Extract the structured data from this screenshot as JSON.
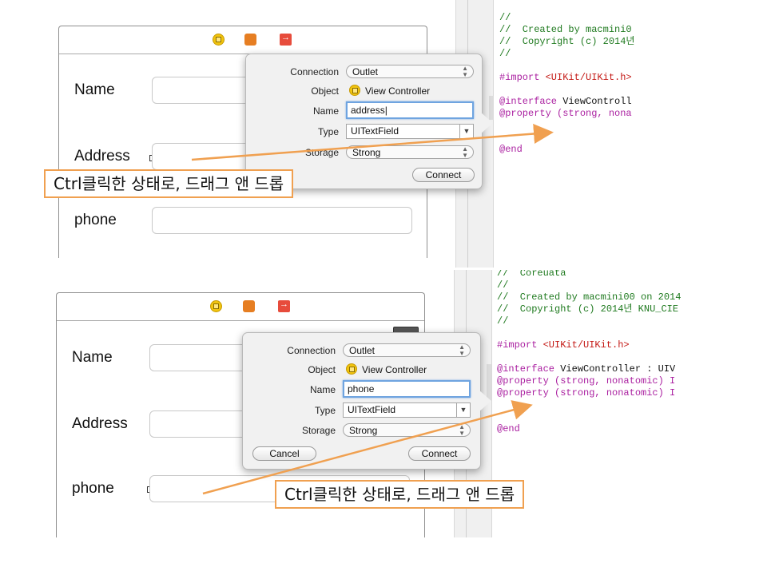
{
  "callout_text": "Ctrl클릭한 상태로, 드래그 앤 드롭",
  "top": {
    "fields": {
      "name": "Name",
      "address": "Address",
      "phone": "phone"
    },
    "popover": {
      "labels": {
        "connection": "Connection",
        "object": "Object",
        "name": "Name",
        "type": "Type",
        "storage": "Storage"
      },
      "connection": "Outlet",
      "object": "View Controller",
      "name_value": "address",
      "type": "UITextField",
      "storage": "Strong",
      "connect": "Connect"
    },
    "code": {
      "c1": "//",
      "c2": "//  Created by macmini0",
      "c3": "//  Copyright (c) 2014년",
      "c4": "//",
      "import_kw": "#import ",
      "import_str": "<UIKit/UIKit.h>",
      "iface_kw": "@interface",
      "iface_rest": " ViewControll",
      "prop_kw": "@property",
      "prop_rest": " (strong, nona",
      "end_kw": "@end"
    }
  },
  "bottom": {
    "fields": {
      "name": "Name",
      "address": "Address",
      "phone": "phone"
    },
    "popover": {
      "labels": {
        "connection": "Connection",
        "object": "Object",
        "name": "Name",
        "type": "Type",
        "storage": "Storage"
      },
      "connection": "Outlet",
      "object": "View Controller",
      "name_value": "phone",
      "type": "UITextField",
      "storage": "Strong",
      "cancel": "Cancel",
      "connect": "Connect"
    },
    "code": {
      "c0": "//  Coreuata",
      "c1": "//",
      "c2": "//  Created by macmini00 on 2014",
      "c3": "//  Copyright (c) 2014년 KNU_CIE",
      "c4": "//",
      "import_kw": "#import ",
      "import_str": "<UIKit/UIKit.h>",
      "iface_kw": "@interface",
      "iface_rest": " ViewController : UIV",
      "prop_kw": "@property",
      "prop_rest1": " (strong, nonatomic) I",
      "prop_rest2": " (strong, nonatomic) I",
      "end_kw": "@end"
    }
  },
  "colors": {
    "callout_border": "#f0a050",
    "arrow": "#f0a050",
    "focus": "#6fa4e0"
  }
}
